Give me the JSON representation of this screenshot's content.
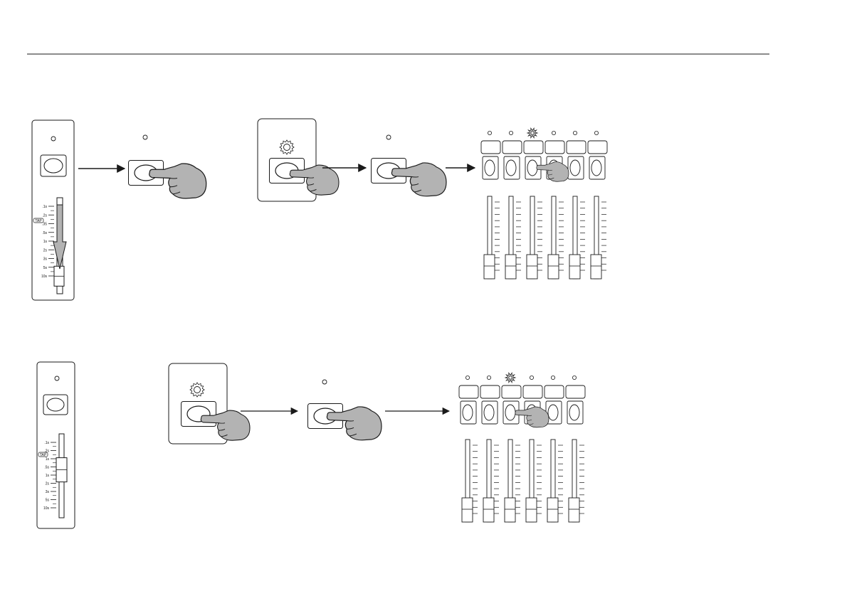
{
  "document": {
    "title": "",
    "colors": {
      "line": "#1a1a1a",
      "hand_fill": "#b3b3b3",
      "background": "#ffffff"
    }
  },
  "top_row": {
    "fader_panel": {
      "scale_labels": [
        ".1s",
        ".2s",
        ".35",
        ".5s",
        "1s",
        "2s",
        "3s",
        "5s",
        "10s"
      ],
      "tag_label": "TAP",
      "knob_level": 0.1,
      "arrow": "down"
    },
    "steps": [
      "fader-slide-down",
      "press-button",
      "led-blinking-press",
      "press-button",
      "press-channel-button"
    ],
    "channel_count": 6,
    "blinking_channel": 3,
    "channel_fader_levels": [
      0.0,
      0.0,
      0.0,
      0.0,
      0.0,
      0.0
    ]
  },
  "bottom_row": {
    "fader_panel": {
      "scale_labels": [
        ".1s",
        ".2s",
        "1s",
        ".5s",
        "1s",
        "2s",
        "3s",
        "5s",
        "10s"
      ],
      "tag_label": "TAP",
      "knob_level": 0.6
    },
    "steps": [
      "led-blinking-press",
      "press-button",
      "press-channel-button"
    ],
    "channel_count": 6,
    "blinking_channel": 3,
    "channel_fader_levels": [
      0.0,
      0.0,
      0.0,
      0.0,
      0.0,
      0.0
    ]
  },
  "icons": {
    "led": "led-icon",
    "led_blinking": "led-blinking-icon",
    "pointing_hand": "pointing-hand-icon",
    "arrow": "arrow-right-icon"
  }
}
